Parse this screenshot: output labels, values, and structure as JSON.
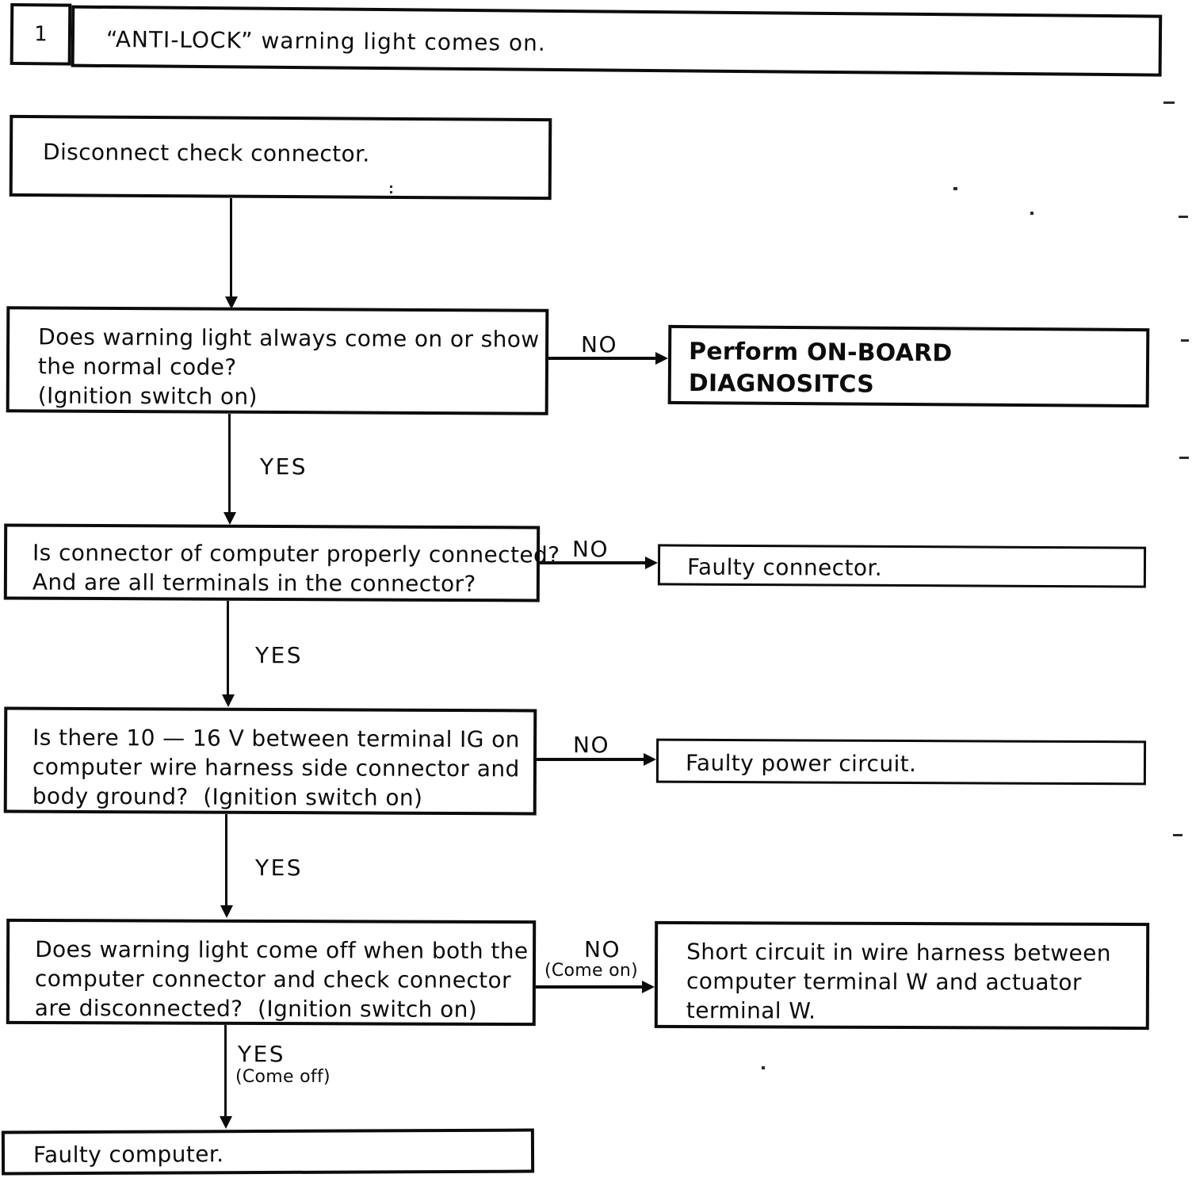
{
  "header": {
    "number": "1",
    "title": "“ANTI-LOCK” warning light comes on."
  },
  "flow": {
    "start": "Disconnect check connector.",
    "d1": {
      "l1": "Does warning light always come on or show",
      "l2": "the normal code?",
      "l3": "(Ignition switch on)",
      "yes": "YES",
      "no": "NO"
    },
    "r1": {
      "l1": "Perform ON-BOARD",
      "l2": "DIAGNOSITCS"
    },
    "d2": {
      "l1": "Is connector of computer properly connected?",
      "l2": "And are all terminals in the connector?",
      "yes": "YES",
      "no": "NO"
    },
    "r2": "Faulty connector.",
    "d3": {
      "l1": "Is there 10 — 16 V between terminal IG on",
      "l2": "computer wire harness side connector and",
      "l3": "body ground?  (Ignition switch on)",
      "yes": "YES",
      "no": "NO"
    },
    "r3": "Faulty power circuit.",
    "d4": {
      "l1": "Does warning light come off when both the",
      "l2": "computer connector and check connector",
      "l3": "are disconnected?  (Ignition switch on)",
      "yes": "YES",
      "yes_sub": "(Come off)",
      "no": "NO",
      "no_sub": "(Come on)"
    },
    "r4": {
      "l1": "Short circuit in wire harness between",
      "l2": "computer terminal W and actuator",
      "l3": "terminal W."
    },
    "end": "Faulty computer."
  },
  "colors": {
    "ink": "#0c0c0c",
    "paper": "#ffffff"
  }
}
